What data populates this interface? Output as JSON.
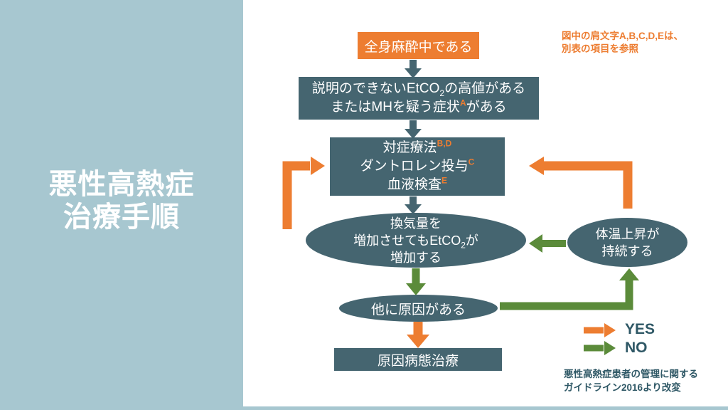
{
  "slide": {
    "sidebar": {
      "title": [
        "悪性高熱症",
        "治療手順"
      ]
    },
    "note": {
      "lines": [
        "図中の肩文字A,B,C,D,Eは、",
        "別表の項目を参照"
      ]
    },
    "flow": {
      "start": "全身麻酔中である",
      "condition": {
        "l1a": "説明のできないEtCO",
        "l1sub": "2",
        "l1b": "の高値がある",
        "l2a": "またはMHを疑う症状",
        "l2sup": "A",
        "l2b": "がある"
      },
      "treatment": {
        "l1": "対症療法",
        "l1sup": "B,D",
        "l2": "ダントロレン投与",
        "l2sup": "C",
        "l3": "血液検査",
        "l3sup": "E"
      },
      "vent": {
        "l1": "換気量を",
        "l2a": "増加させてもEtCO",
        "l2sub": "2",
        "l2b": "が",
        "l3": "増加する"
      },
      "other": "他に原因がある",
      "final": "原因病態治療",
      "temp": {
        "l1": "体温上昇が",
        "l2": "持続する"
      }
    },
    "legend": {
      "yes": "YES",
      "no": "NO"
    },
    "source": {
      "lines": [
        "悪性高熱症患者の管理に関する",
        "ガイドライン2016より改変"
      ]
    },
    "colors": {
      "yes_orange": "#ED7D31",
      "no_green": "#5B8B3A",
      "node_teal": "#456570",
      "panel_blue": "#A7C7D0",
      "label_dark": "#2F5866"
    }
  }
}
